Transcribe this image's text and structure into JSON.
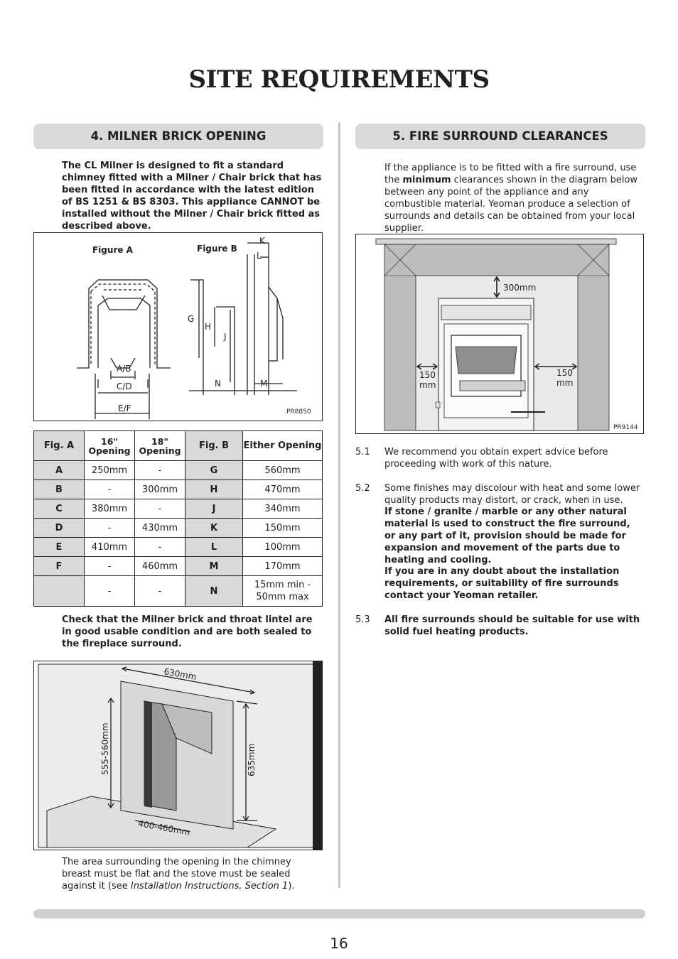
{
  "title": "SITE REQUIREMENTS",
  "section4": {
    "heading": "4. MILNER BRICK OPENING",
    "intro": "The CL Milner is designed to fit a standard chimney fitted with a Milner / Chair brick that has been fitted in accordance with the latest edition of BS 1251 & BS 8303. This appliance CANNOT be installed without the Milner / Chair brick fitted as described above.",
    "figure_ab": {
      "label_a": "Figure A",
      "label_b": "Figure B",
      "ref": "PR8850",
      "dims": [
        "K",
        "L",
        "G",
        "H",
        "J",
        "N",
        "M",
        "A/B",
        "C/D",
        "E/F"
      ]
    },
    "table": {
      "headers": [
        "Fig. A",
        "16\" Opening",
        "18\" Opening",
        "Fig. B",
        "Either Opening"
      ],
      "rows": [
        [
          "A",
          "250mm",
          "-",
          "G",
          "560mm"
        ],
        [
          "B",
          "-",
          "300mm",
          "H",
          "470mm"
        ],
        [
          "C",
          "380mm",
          "-",
          "J",
          "340mm"
        ],
        [
          "D",
          "-",
          "430mm",
          "K",
          "150mm"
        ],
        [
          "E",
          "410mm",
          "-",
          "L",
          "100mm"
        ],
        [
          "F",
          "-",
          "460mm",
          "M",
          "170mm"
        ],
        [
          "",
          "-",
          "-",
          "N",
          "15mm min - 50mm max"
        ]
      ]
    },
    "check_text": "Check that the Milner brick and throat lintel are in good usable condition and are both sealed to the fireplace surround.",
    "figure2": {
      "dim_width": "630mm",
      "dim_height_left": "555-560mm",
      "dim_height_right": "635mm",
      "dim_base": "400-460mm"
    },
    "closing_text_1": "The area surrounding the opening in the chimney breast must be flat and the stove must be sealed against it (see ",
    "closing_text_italic": "Installation Instructions, Section 1",
    "closing_text_2": ")."
  },
  "section5": {
    "heading": "5. FIRE SURROUND CLEARANCES",
    "intro_1": "If the appliance is to be fitted with a fire surround, use the ",
    "intro_bold": "minimum",
    "intro_2": " clearances shown in the diagram below between any point of the appliance and any combustible material. Yeoman produce a selection of surrounds and details can be obtained from your local supplier.",
    "figure": {
      "top_clearance": "300mm",
      "side_value": "150",
      "side_unit": "mm",
      "ref": "PR9144"
    },
    "items": [
      {
        "num": "5.1",
        "text": "We recommend you obtain expert advice before proceeding with work of this nature."
      },
      {
        "num": "5.2",
        "text": "Some finishes may discolour with heat and some lower quality products may distort, or crack, when in use.",
        "bold_1": "If stone / granite / marble or any other natural material is used to construct the fire surround, or any part of it, provision should be made for expansion and movement of the parts due to heating and cooling.",
        "bold_2": "If you are in any doubt about the installation requirements, or suitability of fire surrounds contact your Yeoman retailer."
      },
      {
        "num": "5.3",
        "bold": "All fire surrounds should be suitable for use with solid fuel heating products."
      }
    ]
  },
  "page_number": "16"
}
